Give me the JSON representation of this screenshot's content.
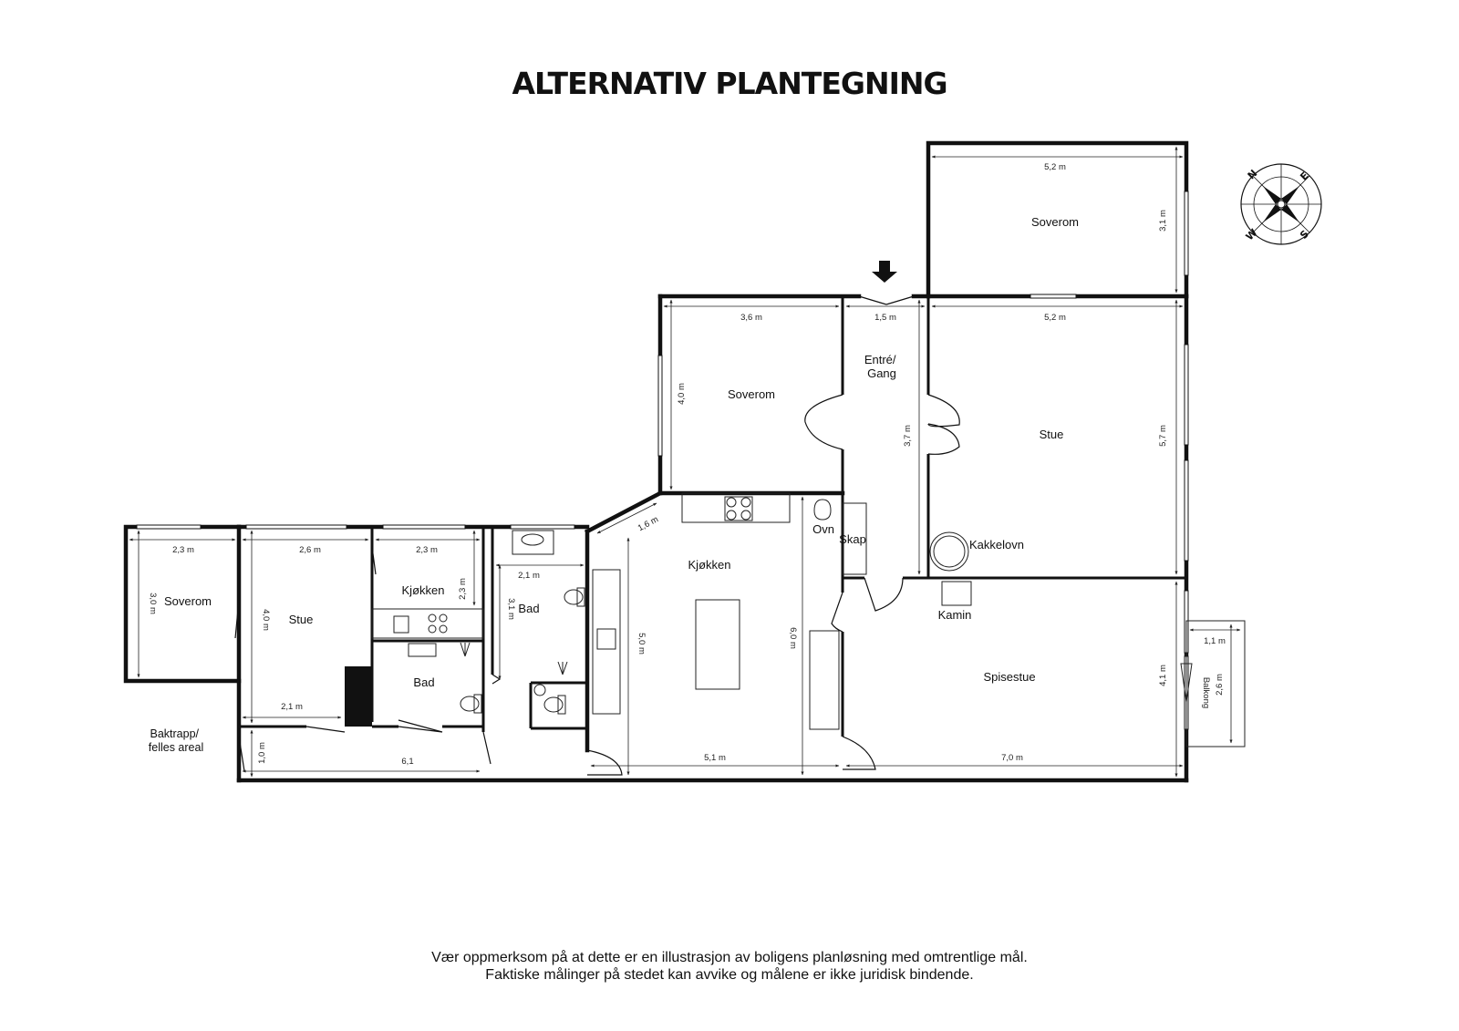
{
  "title": "ALTERNATIV PLANTEGNING",
  "rooms": {
    "bedroom_top_right": "Soverom",
    "bedroom_middle": "Soverom",
    "entrance": "Entré/ Gang",
    "living_right": "Stue",
    "kitchen_main": "Kjøkken",
    "oven": "Ovn",
    "closet": "Skap",
    "tiled_stove": "Kakkelovn",
    "fireplace": "Kamin",
    "dining": "Spisestue",
    "balcony": "Balkong",
    "bedroom_left": "Soverom",
    "living_left": "Stue",
    "kitchen_left": "Kjøkken",
    "bath_left": "Bad",
    "bath_middle": "Bad",
    "back_stairs": "Baktrapp/ felles areal"
  },
  "dimensions": {
    "bedroom_top_right_width": "5,2 m",
    "bedroom_top_right_depth": "3,1 m",
    "living_right_width": "5,2 m",
    "living_right_depth": "5,7 m",
    "entrance_width": "1,5 m",
    "entrance_depth": "3,7 m",
    "bedroom_middle_width": "3,6 m",
    "bedroom_middle_depth": "4,0 m",
    "diagonal_wall": "1,6 m",
    "kitchen_main_depth": "5,0 m",
    "kitchen_main_width": "5,1 m",
    "kitchen_main_depth_right": "6,0 m",
    "dining_width": "7,0 m",
    "dining_depth": "4,1 m",
    "balcony_width": "1,1 m",
    "balcony_depth": "2,6 m",
    "bedroom_left_width": "2,3 m",
    "bedroom_left_depth": "3,0 m",
    "living_left_width": "2,6 m",
    "living_left_depth": "4,0 m",
    "living_left_bottom": "2,1 m",
    "kitchen_left_width": "2,3 m",
    "kitchen_left_depth": "2,3 m",
    "bath_middle_width": "2,1 m",
    "bath_middle_depth": "3,1 m",
    "corridor_depth": "1,0 m",
    "corridor_width": "6,1"
  },
  "compass": {
    "n": "N",
    "e": "E",
    "s": "S",
    "w": "W"
  },
  "disclaimer": {
    "line1": "Vær oppmerksom på at dette er en illustrasjon av boligens planløsning med omtrentlige mål.",
    "line2": "Faktiske målinger på stedet kan avvike og målene er ikke juridisk bindende."
  }
}
